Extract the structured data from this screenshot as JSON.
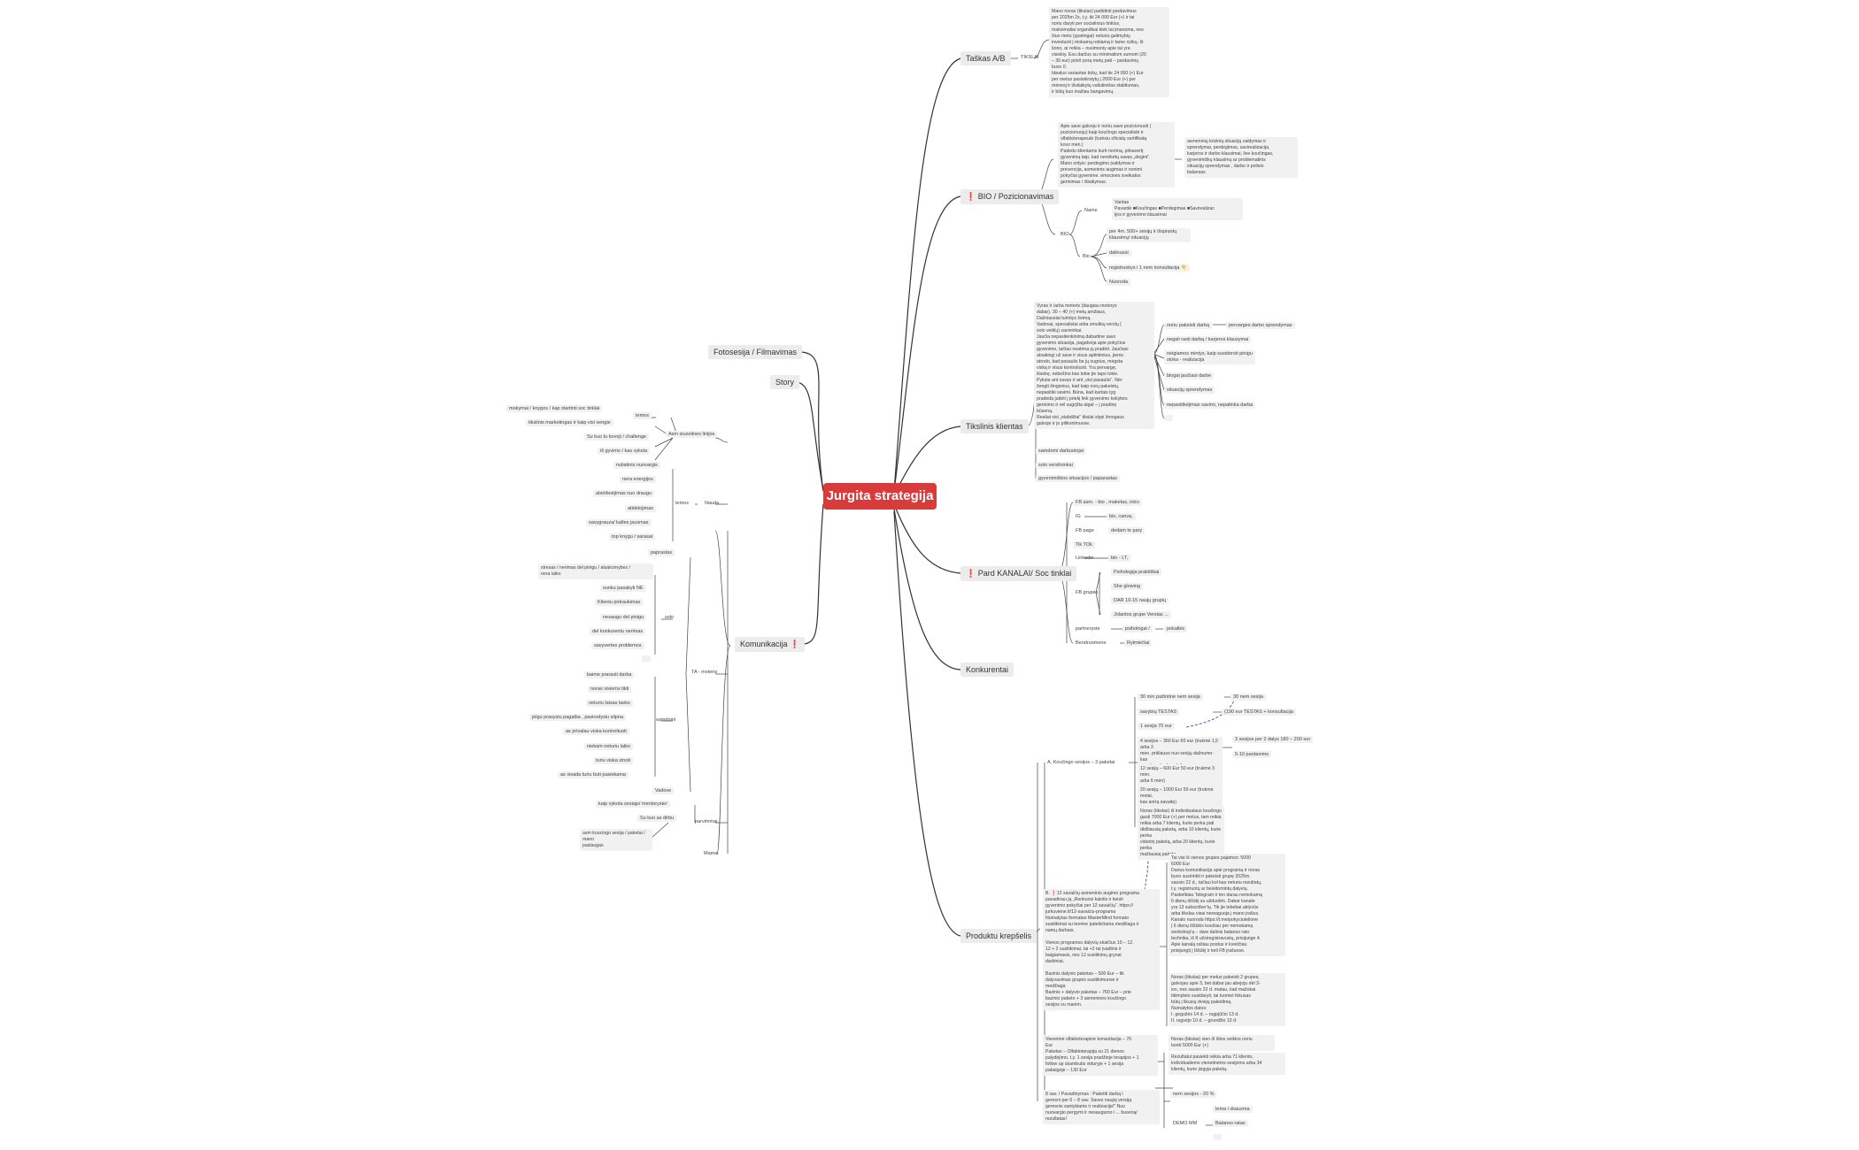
{
  "root": {
    "label": "Jurgita strategija"
  },
  "branches": {
    "taskas": "Taškas A/B",
    "tikslas_label": "TIKSLAI",
    "tikslas_text": [
      "Mano noras (tikslas) padidinti pardavimus",
      "per 2025m 2x, t.y. iki 24 000 Eur (+) ir tai",
      "noriu daryti per socialinius tinklus,",
      "maksimaliai organiškai kiek tai įmanoma, nes",
      "šiuo metu (ypatingai) neturiu galimybių",
      "investuoti į mokamą reklamą ir tame rizikų. Iš",
      "šono, ar reikia – nusimoniy apie tai yra",
      "visiskiy. Esu daržus su minimaliom sumom (20",
      "– 30 eur) prieš porą metų pati – pardavimų",
      "buvo 0.",
      "Idealus variantas būtų, kad tie 24 000 (+) Eur",
      "per metus pasiskirstytų į 2000 Eur (+) per",
      "mėnesį ir išsilaikytų valiutinėlas stabilumas,",
      "ir būtų kuo mažiau bangavimų."
    ],
    "bio": "❗ BIO / Pozicionavimas",
    "bio_text": [
      "Apie save galvoju ir noriu save pozicionuoti (",
      "pozicionuoju) kaip koučingo specialistė ir",
      "olfaktoterapeutė (turėsiu oficialų sertifikatą",
      "kovo mėn.)",
      "Padedu klientams kurti norimą, pilnavertį",
      "gyvenimą taip, kad nereikėtų savęs „degint“.",
      "Mano srityis: perdegimo įvaldymas ir",
      "prevencija, asmeninis augimas ir nonimi",
      "pokyčiai gyvenime. emocinės sveikatos",
      "gerinimas / išlaikymas."
    ],
    "bio_side": [
      "asmeninių krizinių situacijų valdymas ir",
      "sprendymai, perdegimas, savirealizacija,",
      "karjeros ir darbo klausimai, live koučingas,",
      "gyvenimiškų klausimų ar problematinis",
      "situacijų sprendymas , darbo ir polisio",
      "balansas"
    ],
    "bio_label": "BIO",
    "name_label": "Name",
    "name_text": [
      "Vardas",
      "Pavardė ■Koučingas ■Perdegimas ■Savirealizac",
      "ijos ir gyvenimo klausimai"
    ],
    "bio_sub": "Bio",
    "bio_items": [
      "per 4m. 500+ sesijų ir išspręstų klausimų/",
      "situacijų",
      "dalinuosi",
      "registruokys i 1 nem konsultacija 👇",
      "Nuoroda"
    ],
    "tikslinis": "Tikslinis klientas",
    "tikslinis_text": [
      "Vyras ir /arba moteris (daugiau moterys",
      "dabar). 30 – 40 (+) metų amžiaus,",
      "Dažniausiai turintys šeimą.",
      "Vadovai, specialistai arba smulkių verslų (",
      "solo veiklų) savininkai.",
      "Jaučia nepasitenkinimą dabartine savo",
      "gyvenimo situacija, pagalvoja apie pokyčius",
      "gyvenime, tačiau neatrina jų pradėti. Jaučiasi",
      "atsakingi už save ir visus aplinkinius, jiems",
      "atrodo, kad pasaulis be jų sugrius, mėgsta",
      "viską ir visus kontroliuoti. Yra pervargę,",
      "išsekę, nebežino kas tokie jie tapo tokie.",
      "Pyksta ant savęs ir ant „visi pasaulio“. Nėr",
      "žengti žingsnius, kad kaip norų pakeistų,",
      "nepasitiki savimi. Būna, kad kartais tyg",
      "pradeda judėti į priekį link gyvenimo kokybės",
      "gerinimo ir vėl sugrįžta atgal – į pradinę",
      "būseną.",
      "Realiai visi „stabdžiai“ tikslai slypi žmogaus",
      "galvoje ir jo pilikonimuose."
    ],
    "tikslinis_side": [
      "noriu pakeisti darbą",
      "pervarges darbo sprendymas",
      "negali rasti darbą / karjeros klausymai",
      "neigiamos mintys, kaip susidoroti pinigu",
      "stoka - realizacija",
      "blogai jaučiasi darbe",
      "situacijų sprendymas",
      "nepasitikėjimas savimi, nepatinka darba"
    ],
    "tikslinis_bottom": [
      "samdomi darbuotojai",
      "solo verslininkai",
      "gyvenimiškos situacijos / paparastas"
    ],
    "kanalai": "❗ Pard KANALAI/ Soc tinklai",
    "kanalai_items": [
      "FB asm. - bio , maketas, intro",
      "IG",
      "bio, canva,",
      "FB page",
      "dedam te pary",
      "Tik TOk",
      "Linkedin",
      "bio - LT,",
      "FB grupės",
      "Psihologija praktiškai",
      "She glowing",
      "DAR 10-15 naujų grupių",
      "Jolantos grupe Verslas ...",
      "partnerystė",
      "psihologai /",
      "pokalbis",
      "Bendruomene",
      "Rytmiečiai"
    ],
    "konkurentai": "Konkurentai",
    "produktu": "Produktu krepšelis",
    "produktu_a": "A. Koučingo sesijos – 3 paketai",
    "produktu_a_items": [
      "30 min pažintinė nem sesija",
      "30 nem sesija",
      "savybių TESTAS",
      "(190 eur TESTAS + konsultacija",
      "1 sesija 70 eur",
      "4 sesijos – 360 Eur 60 eur (trukmė 1,5 arba 3",
      "mėn. priklauso nuo sesijų dažnumo: kas",
      "savaitę arba kas dvi)",
      "3 sesijos per 2 dalys 180 – 200 eur",
      "5-10 pardavimo",
      "12 sesijų – 600 Eur 50 eur (trukmė 3 mėn.",
      "arba 6 mėn)",
      "20 sesijų – 1000 Eur 50 eur (trukmė metai,",
      "kas antrą savaitę)",
      "Noras (tikslas) iš individualaus koučingo",
      "gauti 7000 Eur (+) per metus, tam reikia",
      "reikia arba 7 klientų, kurie perka pati",
      "didžiausią paketą, arba 10 klientų, kurie perka",
      "vidurinį paketą, arba 20 klientų, kurie perka",
      "mažiausią paketą."
    ],
    "produktu_b": [
      "B. ❗12 savaičių asmeninio augimo programa",
      "pavadinau ją „Renkuosi kaistis ir keisti",
      "gyvenimo pokyčiai per 12 savaičių\". https://",
      "jurkuviene.lt/12-savaiciu-programa",
      "Numatytas formatas MasterMind formato",
      "susitikimai su teorine pateikčiama medžiaga ir",
      "namų darbais.",
      "",
      "Vienos programos dalyvių skaičius 10 – 12.",
      "12 + 2 susitikimai, tai +2 tai įvadinis ir",
      "baigiamasis, nes 12 susitikimų grynai",
      "darbiniai.",
      "",
      "Bazinis dalyvio paketas – 500 Eur – tik",
      "dalyvavimas grupės susitikimuose ir",
      "medžiaga",
      "Bazinis + dalyvio paketas – 760 Eur – prie",
      "bazinio paketo + 3 asmeninės koučingo",
      "sesijos su manim."
    ],
    "produktu_b_side1": [
      "Tai visi iš vienos grupės pajamos: 5000",
      "6000 Eur",
      "Darius komunikacija apie programą ir noras",
      "buvo susirinkti ir pakeisti grupę 2025m.",
      "sausio 22 d., tačiau kol kas neturiu rezultatų,",
      "t.y. registruotų ar besidomintų dalyvių.",
      "Paskelbiau Telegram ir ten darau nemokamą",
      "6 dienų iššūkį su užduotim. Dabar kanale",
      "yra 13 subscriber'ių. Tik jie tebebai aktyvūs",
      "arba tikslau visai nereaguoja į mano įrašus.",
      "Kanalo nuoroda https://t.me/pokyciutelione",
      "| 6 dienų iššūkis koučiau per nemokamą",
      "workshop'ą – dare dalinis balanso rato",
      "technika, iš 8 užsiregistravusių, prisijunge 4.",
      "Apie kanalą rašiau postus ir kvietčiau",
      "prisijungti į Iššūkį ir keli FB įrašuose."
    ],
    "produktu_b_side2": [
      "Noras (tikslas) per metus pakeisti 2 grupes,",
      "galvojau apie 3, bet dabar jau abejoju dėl 3-",
      "ios, nes sausio 22 d. matau, kad mažokai",
      "tikimybės susidaryti, tai tuomet fokusas",
      "būtų į likusių dviejų paleidimą.",
      "Numatytos datos:",
      "I. gegužės 14 d. – rugpjūčio 13 d.",
      "II. rugsėjo 10 d. – gruodžio 10 d."
    ],
    "produktu_c": [
      "Vienetinė olfaktoterapinė konsultacija – 70",
      "Eur",
      "Paketas – Olfaktoterapija su 21 dienos",
      "palydėjimo, t.y. 1 sesija pradžioje terapijos + 1",
      "follow up skambutis viduryje + 1 sesija",
      "pabaigoje – 130 Eur"
    ],
    "produktu_c_side1": [
      "Noras (tikslas) vien iš šitos veiklos noriu",
      "turėti 5000 Eur (+)"
    ],
    "produktu_c_side2": [
      "Rezultatui pasiekti reikia arba 71 kliento,",
      "individualiems vienetinėms sesijoms arba 34",
      "klientų, kurie įsigyja paketą."
    ],
    "produktu_d": [
      "8 sav. / Pavadinymas : Paketiti darbą i",
      "geresni per 6 – 8 sav. Saves naujoj versiją",
      "geresnis santykiams ir realizacija!\" Nuo",
      "nuovargio pergymi ir nesaugumo i ... buseną/",
      "rezultatas!"
    ],
    "produktu_d_items": [
      "nem sesijos - 20 %",
      "DEMO MM",
      "tema i skausma",
      "Balanso ratas"
    ],
    "foto": "Fotosesija / Filmavimas",
    "story": "Story",
    "komunikacija": "Komunikacija ❗",
    "komun_asm": "Asm siuzetines linijos",
    "komun_temos": "temos",
    "komun_asm_items": [
      "mokymai / knygos / kap startinti soc tinklai",
      "tikslinis marketingas ir kaip visi vengie",
      "Su kuo tu kovoji / challenge",
      "iš gyvimo / kas vyksta"
    ],
    "komun_naudo": "Nauda",
    "komun_naudo_temos": "temos",
    "komun_naudo_items": [
      "nuliatinis nuovargis",
      "nera energijos",
      "atsiriboėjimas nuo draugu",
      "atidelojimas",
      "savygrauza/ kaltes jausmas",
      "top knygu / sarasai"
    ],
    "komun_ta": "TA - moteris",
    "komun_ta_paprastas": "paprastas",
    "komun_solo": "solo",
    "komun_solo_items": [
      "stresas / nerimas del pinigu / atsakomybes /",
      "nera laiko",
      "sunku pasakyti NE",
      "Klientu pritraukimas",
      "nesaugu del pinigu",
      "del konkurentu nerimas",
      "savyvertes problemos"
    ],
    "komun_samdomi": "samdomi",
    "komun_samdomi_items": [
      "baime prarasti darba",
      "noras visiems tikti",
      "neturiu laisas laeks",
      "jelgu prasysiu pagalba , pasirodysiu silpna",
      "as privalau viska kontroliuoti",
      "niekam neturiu laiko",
      "turiu viska zinoti",
      "as visada turiu buti pasiekama"
    ],
    "komun_vadove": "Vadove",
    "komun_pari": "parvimmai",
    "komun_pari_items": [
      "kaip vykota sesiajs/ mentoryste/",
      "Su kuo as dirbu",
      "asm koucingo sesija / paketai / mano",
      "paslaugas"
    ],
    "komun_mamai": "Mamai"
  },
  "colors": {
    "root": "#d93a3a",
    "line": "#333333",
    "node_bg": "#ececec",
    "dashed": "#3a4aa0"
  }
}
